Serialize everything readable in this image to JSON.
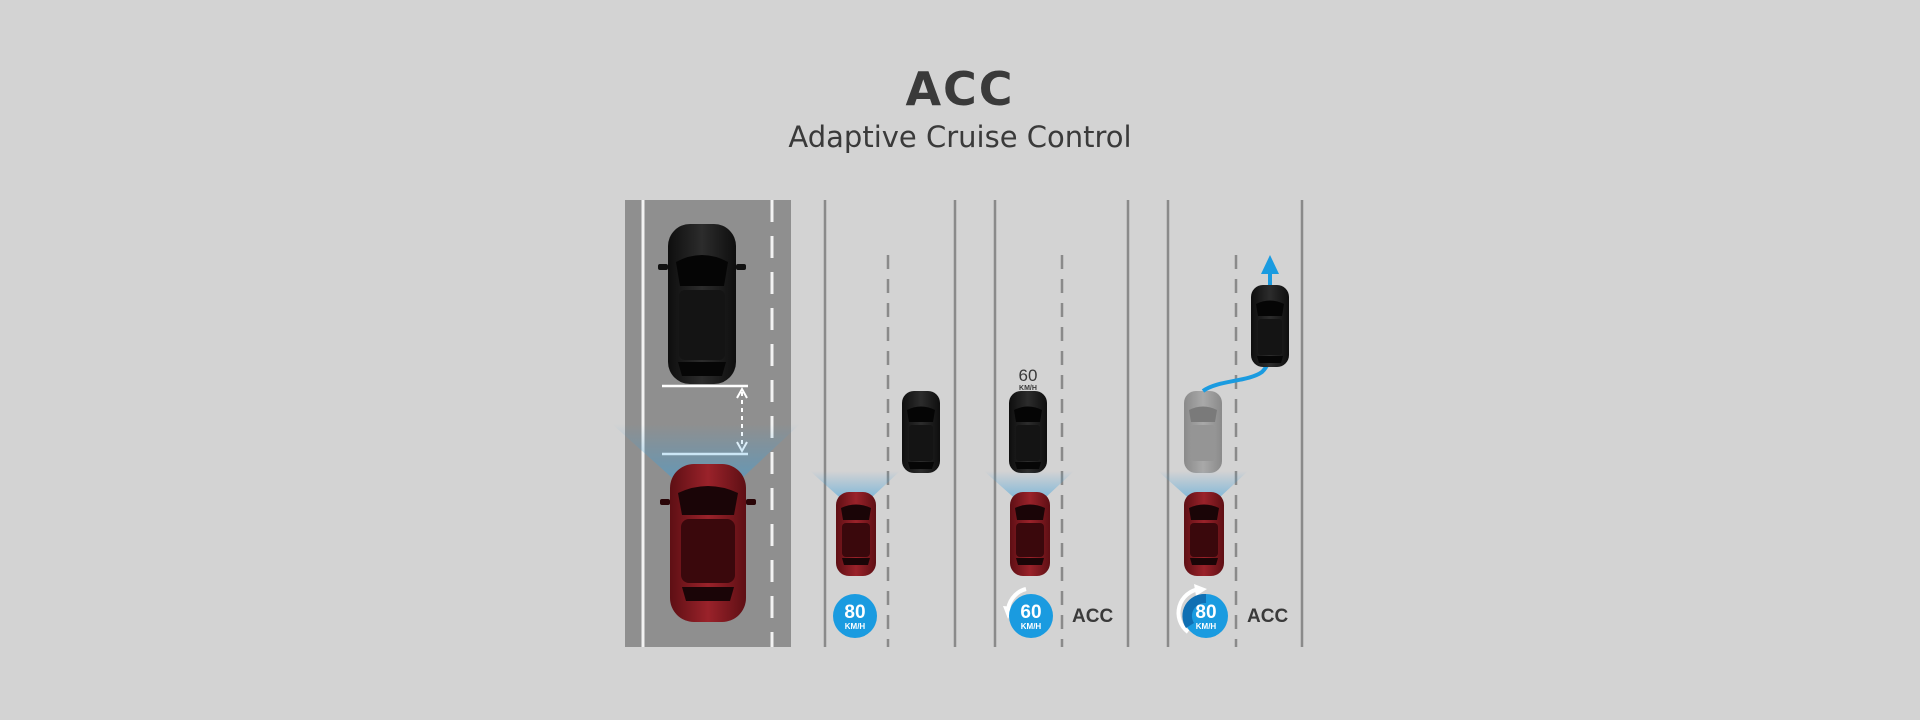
{
  "header": {
    "title": "ACC",
    "subtitle": "Adaptive Cruise Control"
  },
  "panels": [
    {
      "id": "following-distance"
    },
    {
      "id": "set-speed",
      "set_speed": "80",
      "unit": "KM/H"
    },
    {
      "id": "slow-down",
      "lead_speed": "60",
      "lead_unit": "KM/H",
      "set_speed": "60",
      "unit": "KM/H",
      "mode_label": "ACC"
    },
    {
      "id": "resume",
      "set_speed": "80",
      "unit": "KM/H",
      "mode_label": "ACC"
    }
  ],
  "colors": {
    "background": "#d3d3d3",
    "road": "#8f8f8f",
    "ego_car": "#8b1c22",
    "lead_car": "#1c1c1c",
    "sensor_beam": "#3aa0dc",
    "speed_badge": "#1a9be0",
    "path_arrow": "#1a9be0"
  }
}
